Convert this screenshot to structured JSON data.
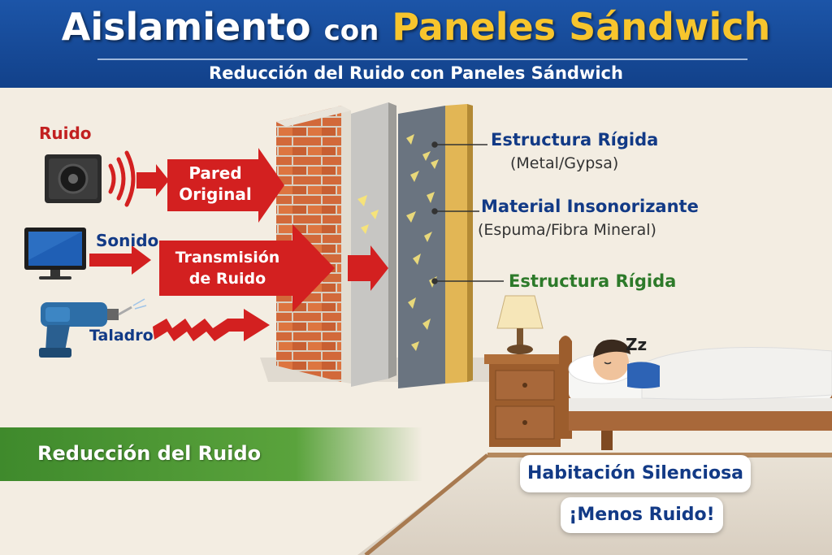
{
  "header": {
    "title_part1": "Aislamiento",
    "title_part2": "con",
    "title_part3": "Paneles Sándwich",
    "subtitle": "Reducción del Ruido con Paneles Sándwich"
  },
  "sources": {
    "noise_label": "Ruido",
    "sound_label": "Sonido",
    "drill_label": "Taladro"
  },
  "arrows": {
    "original_wall": "Pared Original",
    "transmission": "Transmisión de Ruido"
  },
  "layers": {
    "layer1_title": "Estructura Rígida",
    "layer1_sub": "(Metal/Gypsa)",
    "layer2_title": "Material Insonorizante",
    "layer2_sub": "(Espuma/Fibra Mineral)",
    "layer3_title": "Estructura Rígida"
  },
  "banner": {
    "label": "Reducción del Ruido"
  },
  "room": {
    "zzz": "Zz",
    "bubble_line1": "Habitación Silenciosa",
    "bubble_line2": "¡Menos Ruido!"
  },
  "colors": {
    "header_blue": "#1c55a8",
    "title_yellow": "#f7c52d",
    "noise_red": "#d32020",
    "banner_green": "#3f8a2c",
    "label_blue": "#123a86",
    "label_green": "#2d7a2a"
  }
}
